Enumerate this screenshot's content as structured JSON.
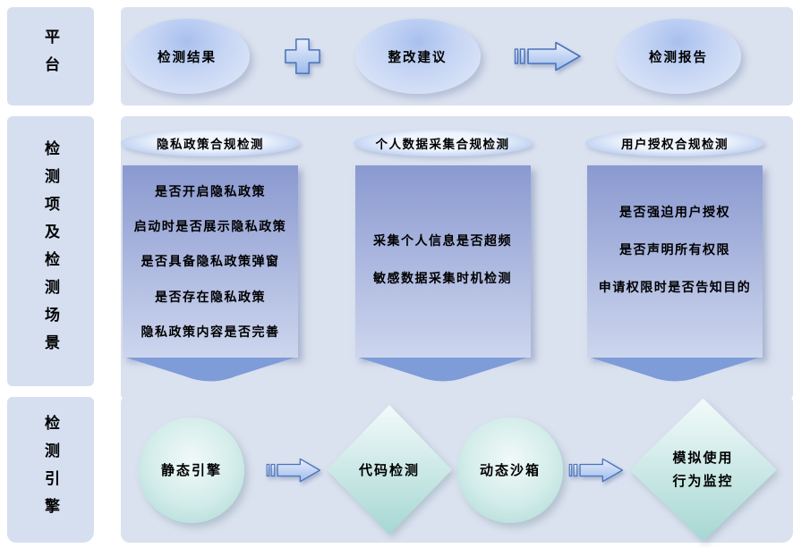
{
  "platform_row": {
    "label": "平台",
    "nodes": [
      "检测结果",
      "整改建议",
      "检测报告"
    ],
    "connectors": [
      "plus-icon",
      "striped-arrow-icon"
    ]
  },
  "detection_row": {
    "label": "检测项及检测场景",
    "columns": [
      {
        "header": "隐私政策合规检测",
        "items": [
          "是否开启隐私政策",
          "启动时是否展示隐私政策",
          "是否具备隐私政策弹窗",
          "是否存在隐私政策",
          "隐私政策内容是否完善"
        ]
      },
      {
        "header": "个人数据采集合规检测",
        "items": [
          "采集个人信息是否超频",
          "敏感数据采集时机检测"
        ]
      },
      {
        "header": "用户授权合规检测",
        "items": [
          "是否强迫用户授权",
          "是否声明所有权限",
          "申请权限时是否告知目的"
        ]
      }
    ]
  },
  "engine_row": {
    "label": "检测引擎",
    "nodes": [
      {
        "shape": "circle",
        "label": "静态引擎"
      },
      {
        "shape": "diamond",
        "label": "代码检测"
      },
      {
        "shape": "circle",
        "label": "动态沙箱"
      },
      {
        "shape": "diamond",
        "label": "模拟使用\n行为监控"
      }
    ]
  },
  "colors": {
    "label-bg": "#d6dff0",
    "panel-bg": "#dae1ef",
    "ellipse-dark": "#a9c0ee",
    "ellipse-mid": "#c6d5f4",
    "ellipse-light": "#dde6f8",
    "pill-light": "#f0f5fd",
    "pill-dark": "#9bb7e9",
    "box-top": "#8a99d0",
    "box-bottom": "#cdd6ee",
    "chevron": "#7e9cd8",
    "arrow-stroke": "#4a73b9",
    "arrow-light": "#e9effc",
    "arrow-dark": "#9dbbec",
    "circle-light": "#f0f9f8",
    "circle-mid": "#d4edea",
    "circle-dark": "#a9d8d4",
    "diamond-light": "#f2fafa",
    "diamond-dark": "#a6d7d3",
    "text": "#000000"
  }
}
